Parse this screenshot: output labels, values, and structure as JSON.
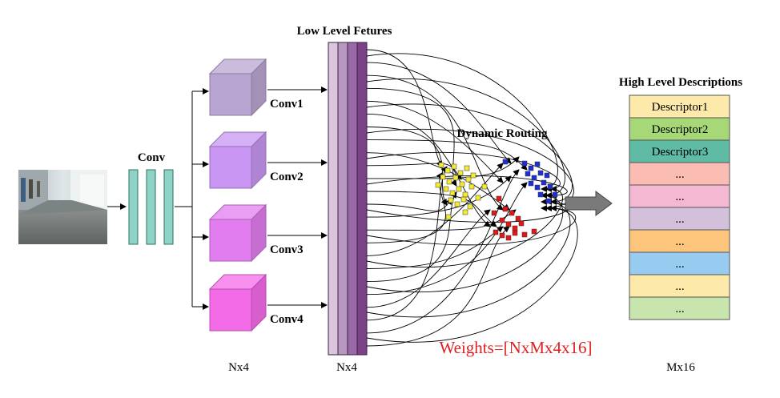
{
  "titles": {
    "low_level": "Low Level Fetures",
    "high_level": "High Level Descriptions",
    "dynamic_routing": "Dynamic Routing",
    "conv": "Conv"
  },
  "conv_blocks": [
    {
      "label": "Conv1",
      "color": "#b9a5d1"
    },
    {
      "label": "Conv2",
      "color": "#c896f2"
    },
    {
      "label": "Conv3",
      "color": "#e27df0"
    },
    {
      "label": "Conv4",
      "color": "#f46be8"
    }
  ],
  "dims": {
    "conv_out": "Nx4",
    "features": "Nx4",
    "descriptors": "Mx16"
  },
  "weights": "Weights=[NxMx4x16]",
  "descriptors": [
    {
      "label": "Descriptor1",
      "color": "#fde9a9"
    },
    {
      "label": "Descriptor2",
      "color": "#a6d877"
    },
    {
      "label": "Descriptor3",
      "color": "#5fbba4"
    },
    {
      "label": "...",
      "color": "#fbbcb3"
    },
    {
      "label": "...",
      "color": "#f4b8d3"
    },
    {
      "label": "...",
      "color": "#d3c1dc"
    },
    {
      "label": "...",
      "color": "#fdc57b"
    },
    {
      "label": "...",
      "color": "#97cbf0"
    },
    {
      "label": "...",
      "color": "#fde9a9"
    },
    {
      "label": "...",
      "color": "#c7e5ad"
    }
  ],
  "colors": {
    "conv_layer": "#8fd3c6",
    "feature_columns": [
      "#d9c6dc",
      "#b897bf",
      "#9a6aa6",
      "#7a4187"
    ],
    "cluster_yellow": "#f4ea32",
    "cluster_blue": "#1f2fd6",
    "cluster_red": "#e01818",
    "weights_text": "#e02020"
  }
}
